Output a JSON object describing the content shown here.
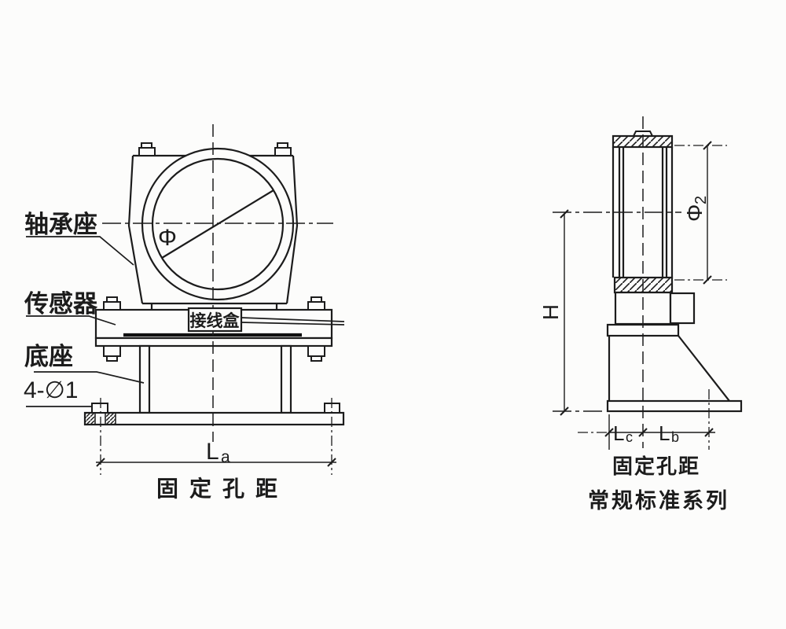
{
  "colors": {
    "line": "#1c1c1c",
    "background": "#fcfcfb"
  },
  "front_view": {
    "labels": {
      "bearing_seat": "轴承座",
      "sensor": "传感器",
      "base": "底座",
      "holes": "4-∅1",
      "junction_box": "接线盒",
      "bore_diameter": "Φ"
    },
    "dimensions": {
      "la_main": "L",
      "la_sub": "a",
      "hole_span": "固定孔距"
    }
  },
  "side_view": {
    "dimensions": {
      "height": "H",
      "phi2_main": "Φ",
      "phi2_sub": "2",
      "lc_main": "L",
      "lc_sub": "c",
      "lb_main": "L",
      "lb_sub": "b",
      "hole_span": "固定孔距"
    },
    "caption": "常规标准系列"
  }
}
